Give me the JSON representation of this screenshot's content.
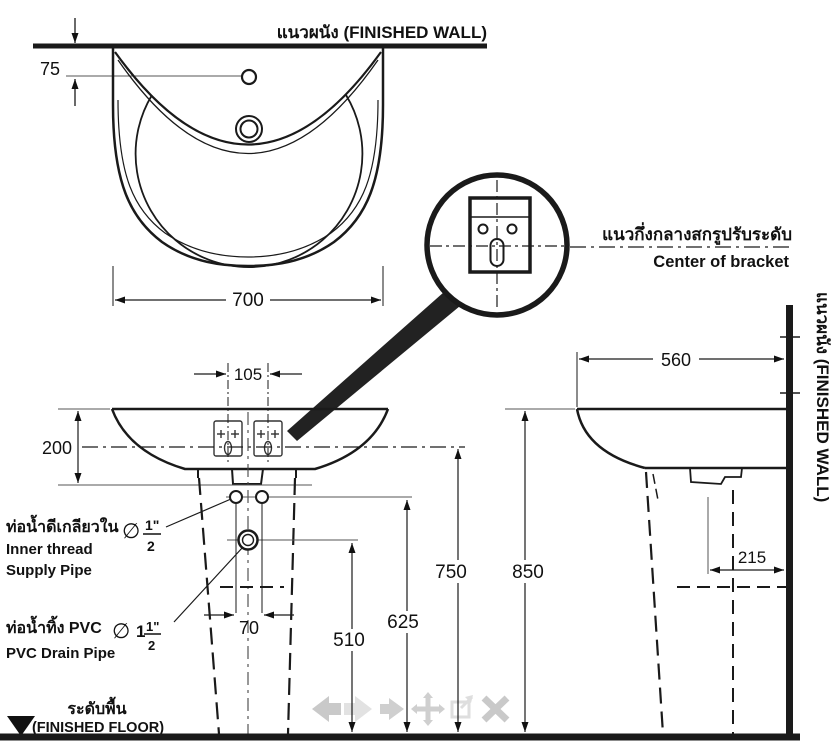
{
  "labels": {
    "finished_wall_top": "แนวผนัง  (FINISHED WALL)",
    "finished_wall_right": "แนวผนัง (FINISHED WALL)",
    "bracket_center_thai": "แนวกึ่งกลางสกรูปรับระดับ",
    "bracket_center_en": "Center of bracket",
    "floor_thai": "ระดับพื้น",
    "floor_en": "(FINISHED FLOOR)"
  },
  "dims": {
    "faucet_from_wall": "75",
    "basin_width": "700",
    "bracket_spacing": "105",
    "basin_front_height": "200",
    "supply_spacing": "70",
    "drain_height": "510",
    "supply_height": "625",
    "bracket_height": "750",
    "rim_height": "850",
    "basin_depth": "560",
    "drain_from_wall": "215"
  },
  "pipes": {
    "supply_thai": "ท่อน้ำดีเกลียวใน",
    "supply_dia": "∅",
    "supply_frac_num": "1\"",
    "supply_frac_den": "2",
    "supply_en_line1": "Inner thread",
    "supply_en_line2": "Supply Pipe",
    "drain_thai": "ท่อน้ำทิ้ง PVC",
    "drain_dia": "∅",
    "drain_whole": "1",
    "drain_frac_num": "1\"",
    "drain_frac_den": "2",
    "drain_en": "PVC Drain Pipe"
  },
  "watermark_icons": [
    "left-arrow",
    "right-arrow-light",
    "right-arrow",
    "move",
    "resize",
    "close"
  ],
  "colors": {
    "line": "#1a1a1a",
    "thin_line": "#444444",
    "watermark": "#c9c9c9",
    "watermark_light": "#e2e2e2"
  }
}
